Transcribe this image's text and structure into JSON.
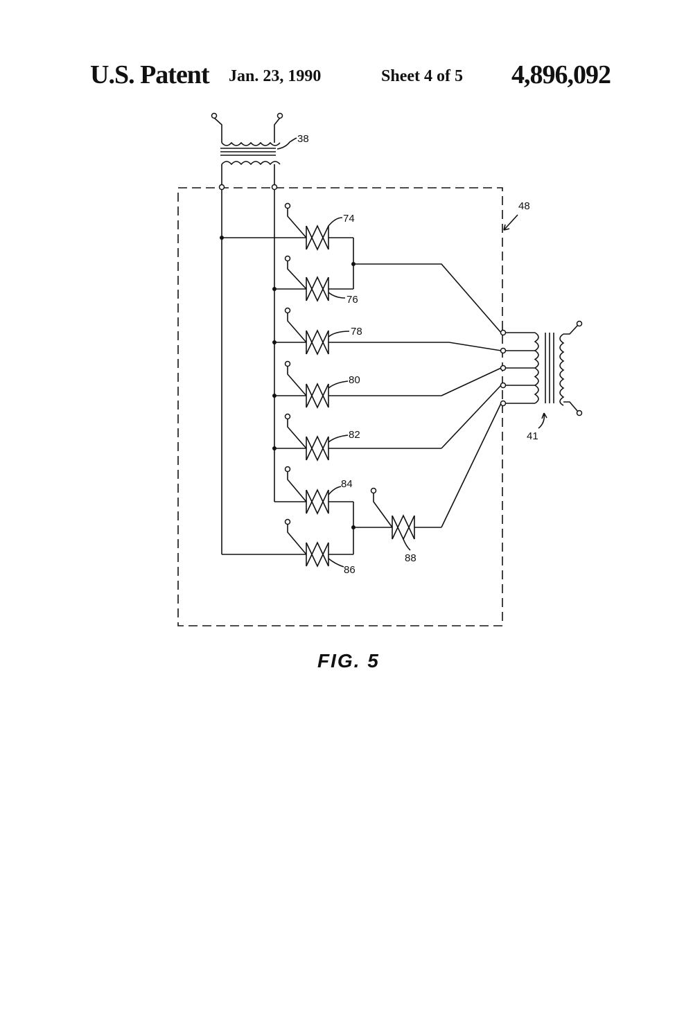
{
  "header": {
    "label": "U.S. Patent",
    "date": "Jan. 23, 1990",
    "sheet": "Sheet 4 of 5",
    "number": "4,896,092"
  },
  "figure": {
    "caption": "FIG. 5",
    "refs": {
      "r38": "38",
      "r48": "48",
      "r41": "41",
      "r74": "74",
      "r76": "76",
      "r78": "78",
      "r80": "80",
      "r82": "82",
      "r84": "84",
      "r86": "86",
      "r88": "88"
    }
  }
}
